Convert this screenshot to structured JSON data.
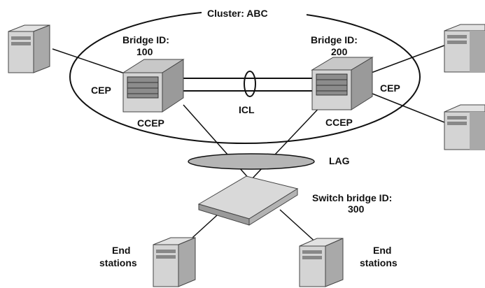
{
  "cluster": {
    "label": "Cluster: ABC"
  },
  "bridge_left": {
    "line1": "Bridge ID:",
    "line2": "100",
    "cep": "CEP",
    "ccep": "CCEP"
  },
  "bridge_right": {
    "line1": "Bridge ID:",
    "line2": "200",
    "cep": "CEP",
    "ccep": "CCEP"
  },
  "icl": {
    "label": "ICL"
  },
  "lag": {
    "label": "LAG"
  },
  "switch": {
    "line1": "Switch bridge ID:",
    "line2": "300"
  },
  "end_left": {
    "line1": "End",
    "line2": "stations"
  },
  "end_right": {
    "line1": "End",
    "line2": "stations"
  },
  "colors": {
    "line": "#111111",
    "server_front": "#d4d4d4",
    "server_side": "#a9a9a9",
    "lag_fill": "#b5b5b5"
  }
}
